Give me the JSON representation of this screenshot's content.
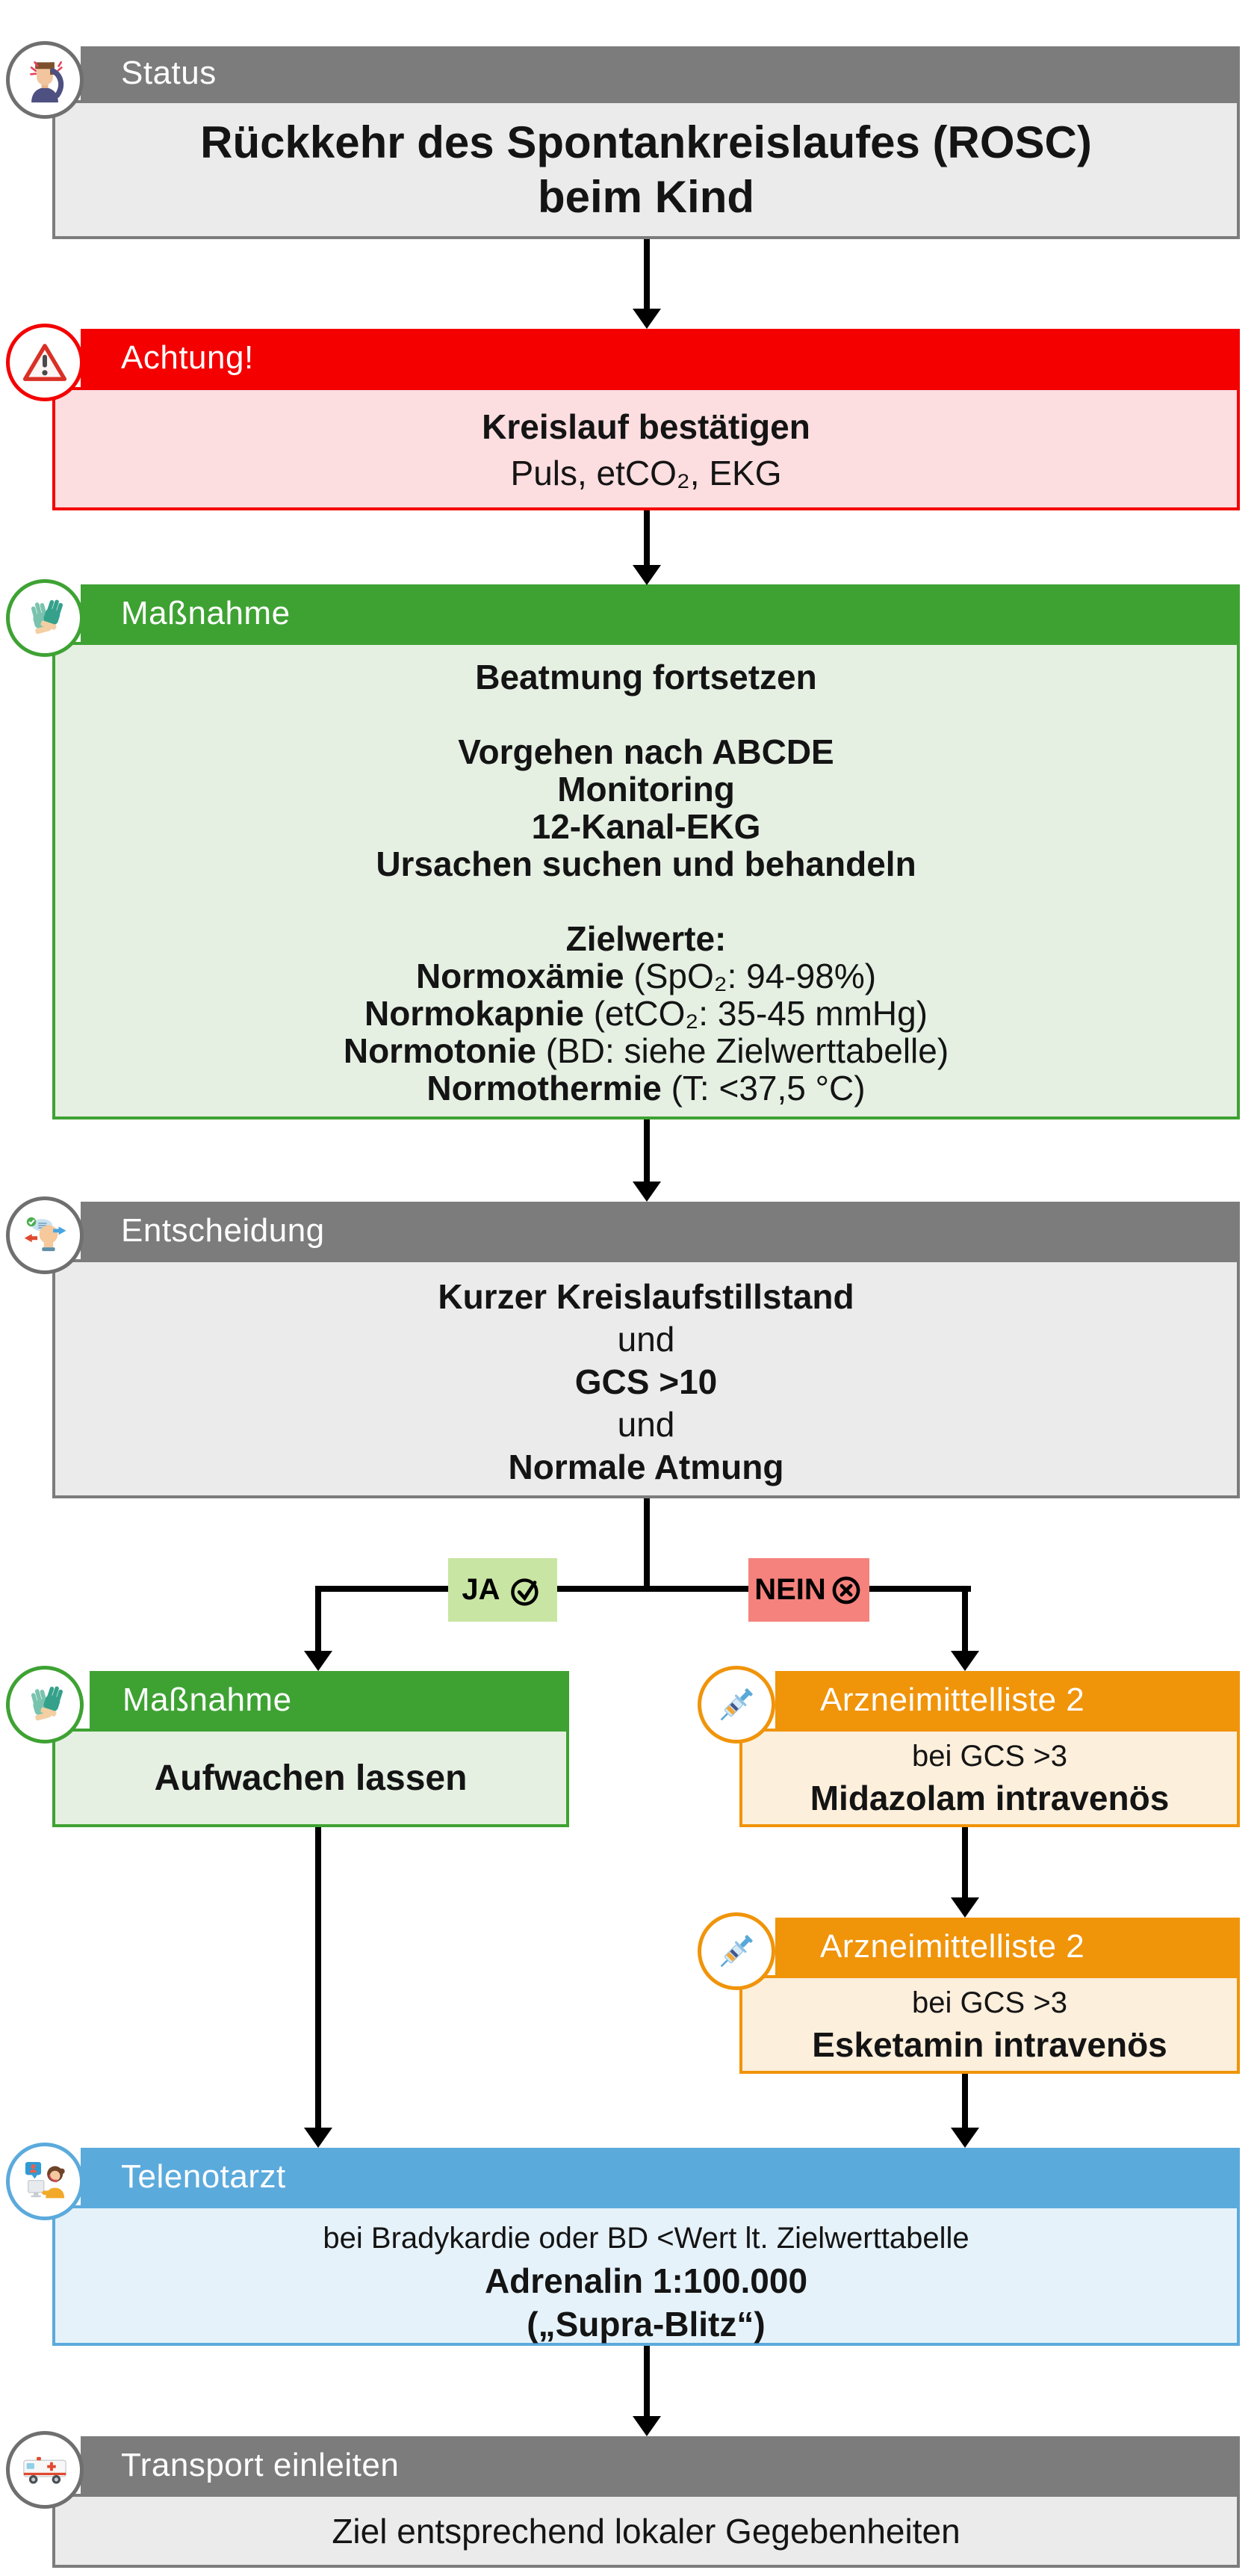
{
  "colors": {
    "gray_header": "#7C7C7C",
    "gray_body": "#EBEBEB",
    "red_header": "#F40000",
    "red_body": "#FCDDE0",
    "green_header": "#3EA233",
    "green_body": "#E5F0E3",
    "orange_header": "#F0940A",
    "orange_body": "#FCEFDC",
    "blue_header": "#5BAADC",
    "blue_body": "#E6F2FA",
    "yes_tag_bg": "#C9E5A3",
    "no_tag_bg": "#F5827D",
    "arrow": "#000000"
  },
  "status": {
    "header": "Status",
    "title_line1": "Rückkehr des Spontankreislaufes (ROSC)",
    "title_line2": "beim Kind"
  },
  "achtung": {
    "header": "Achtung!",
    "line_bold": "Kreislauf bestätigen",
    "line_detail": "Puls, etCO₂, EKG"
  },
  "massnahme": {
    "header": "Maßnahme",
    "lines": [
      {
        "b": "Beatmung fortsetzen",
        "r": ""
      },
      {
        "b": "",
        "r": ""
      },
      {
        "b": "Vorgehen nach ABCDE",
        "r": ""
      },
      {
        "b": "Monitoring",
        "r": ""
      },
      {
        "b": "12-Kanal-EKG",
        "r": ""
      },
      {
        "b": "Ursachen suchen und behandeln",
        "r": ""
      },
      {
        "b": "",
        "r": ""
      },
      {
        "b": "Zielwerte:",
        "r": ""
      },
      {
        "b": "Normoxämie",
        "r": " (SpO₂: 94-98%)"
      },
      {
        "b": "Normokapnie",
        "r": " (etCO₂: 35-45 mmHg)"
      },
      {
        "b": "Normotonie",
        "r": " (BD: siehe Zielwerttabelle)"
      },
      {
        "b": "Normothermie",
        "r": " (T: <37,5 °C)"
      }
    ]
  },
  "entscheidung": {
    "header": "Entscheidung",
    "lines": [
      {
        "b": "Kurzer Kreislaufstillstand",
        "r": ""
      },
      {
        "b": "",
        "r": "und"
      },
      {
        "b": "GCS >10",
        "r": ""
      },
      {
        "b": "",
        "r": "und"
      },
      {
        "b": "Normale Atmung",
        "r": ""
      }
    ]
  },
  "branch": {
    "yes": "JA",
    "no": "NEIN"
  },
  "aufwachen": {
    "header": "Maßnahme",
    "text": "Aufwachen lassen"
  },
  "arznei1": {
    "header": "Arzneimittelliste 2",
    "condition": "bei GCS >3",
    "drug": "Midazolam intravenös"
  },
  "arznei2": {
    "header": "Arzneimittelliste 2",
    "condition": "bei GCS >3",
    "drug": "Esketamin intravenös"
  },
  "telenotarzt": {
    "header": "Telenotarzt",
    "condition": "bei Bradykardie oder BD <Wert lt. Zielwerttabelle",
    "drug": "Adrenalin 1:100.000",
    "note": "(„Supra-Blitz“)"
  },
  "transport": {
    "header": "Transport einleiten",
    "text": "Ziel entsprechend lokaler Gegebenheiten"
  },
  "icons": {
    "status": "dizzy-person-icon",
    "achtung": "warning-triangle-icon",
    "massnahme": "medical-gloves-icon",
    "entscheidung": "decision-head-icon",
    "arznei": "syringe-icon",
    "telenotarzt": "video-doctor-icon",
    "transport": "ambulance-icon",
    "yes": "check-circle-icon",
    "no": "cross-circle-icon"
  }
}
